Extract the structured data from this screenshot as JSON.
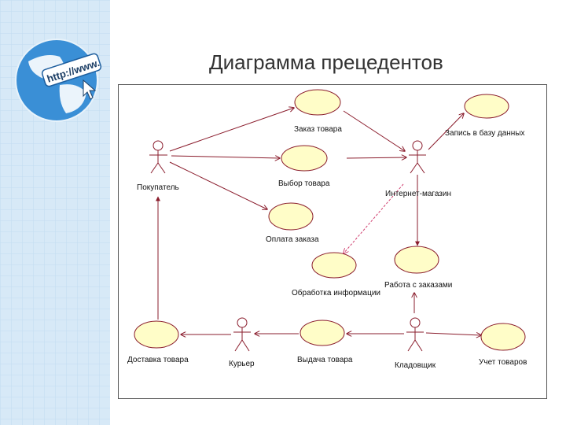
{
  "slide": {
    "title": "Диаграмма прецедентов"
  },
  "logo": {
    "text": "http://www."
  },
  "colors": {
    "sidebar_bg": "#d7e9f7",
    "line": "#8a1c2c",
    "usecase_fill": "#fffdc8",
    "arrow_pink": "#d04070"
  },
  "diagram": {
    "actors": {
      "buyer": "Покупатель",
      "shop": "Интернет-магазин",
      "courier": "Курьер",
      "storekeeper": "Кладовщик"
    },
    "usecases": {
      "order": "Заказ товара",
      "db_record": "Запись  в базу данных",
      "choose": "Выбор товара",
      "payment": "Оплата заказа",
      "processing": "Обработка  информации",
      "orders_work": "Работа с заказами",
      "delivery": "Доставка товара",
      "issue": "Выдача товара",
      "accounting": "Учет товаров"
    }
  }
}
